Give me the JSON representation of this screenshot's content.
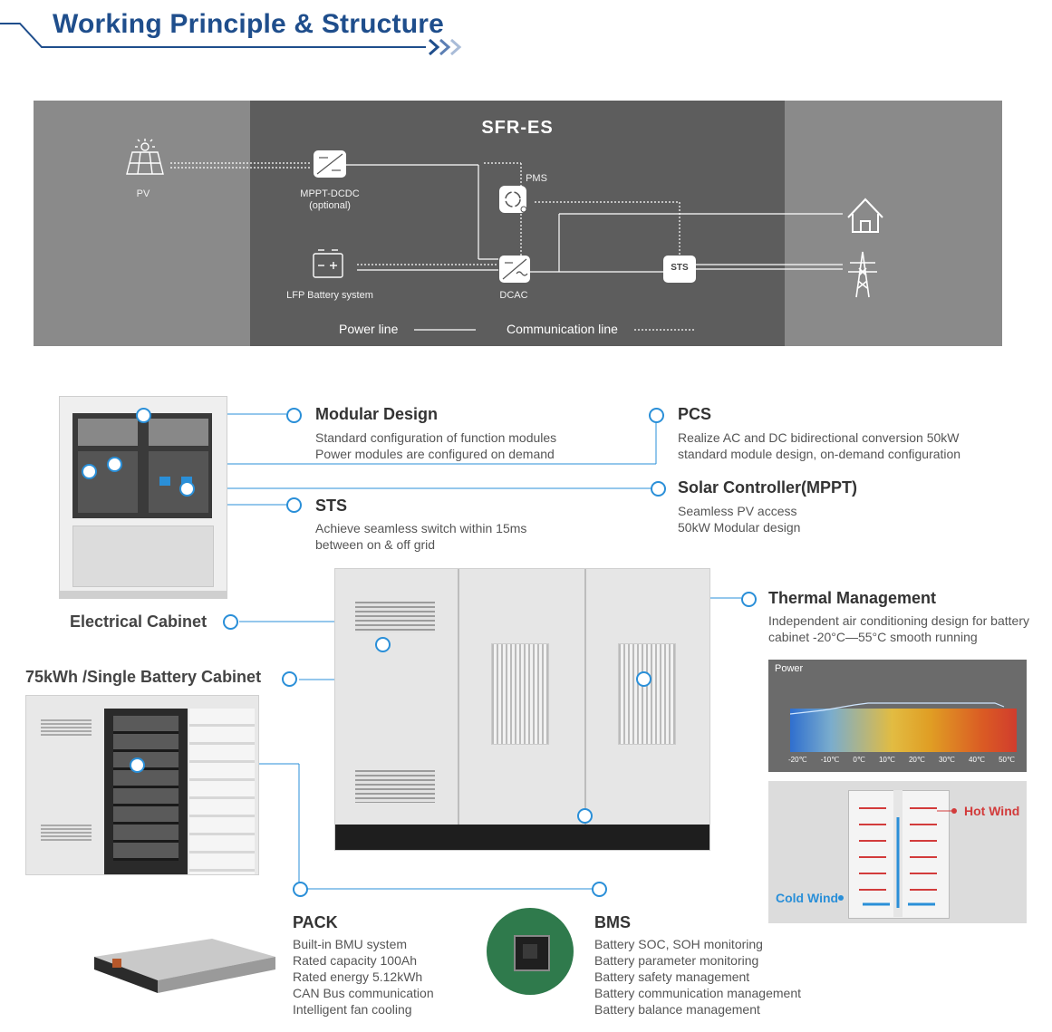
{
  "header": {
    "title": "Working Principle & Structure"
  },
  "diagram": {
    "title": "SFR-ES",
    "nodes": {
      "pv": "PV",
      "mppt_line1": "MPPT-DCDC",
      "mppt_line2": "(optional)",
      "pms": "PMS",
      "battery": "LFP Battery system",
      "dcac": "DCAC",
      "sts": "STS"
    },
    "legend": {
      "power": "Power line",
      "comm": "Communication line"
    }
  },
  "features": {
    "modular": {
      "title": "Modular Design",
      "lines": [
        "Standard configuration of function modules",
        "Power modules are configured on demand"
      ]
    },
    "pcs": {
      "title": "PCS",
      "lines": [
        "Realize AC and DC bidirectional conversion 50kW",
        "standard module design, on-demand configuration"
      ]
    },
    "sts": {
      "title": "STS",
      "lines": [
        "Achieve seamless switch within 15ms",
        "between on & off grid"
      ]
    },
    "solar": {
      "title": "Solar Controller(MPPT)",
      "lines": [
        "Seamless PV access",
        "50kW Modular design"
      ]
    },
    "thermal": {
      "title": "Thermal Management",
      "lines": [
        "Independent air conditioning design for battery",
        "cabinet  -20°C—55°C smooth running"
      ]
    },
    "pack": {
      "title": "PACK",
      "lines": [
        "Built-in BMU system",
        "Rated capacity 100Ah",
        "Rated energy 5.12kWh",
        "CAN Bus communication",
        "Intelligent fan cooling"
      ]
    },
    "bms": {
      "title": "BMS",
      "lines": [
        "Battery SOC, SOH monitoring",
        "Battery parameter monitoring",
        "Battery safety management",
        "Battery communication management",
        "Battery balance management"
      ]
    }
  },
  "labels": {
    "electrical_cabinet": "Electrical Cabinet",
    "battery_cabinet": "75kWh /Single Battery Cabinet"
  },
  "thermal_chart": {
    "ylabel": "Power",
    "ticks": [
      "-20℃",
      "-10℃",
      "0℃",
      "10℃",
      "20℃",
      "30℃",
      "40℃",
      "50℃"
    ]
  },
  "airflow": {
    "hot": "Hot Wind",
    "cold": "Cold Wind"
  },
  "colors": {
    "accent": "#2a8fd8",
    "title": "#1f4e8c"
  }
}
